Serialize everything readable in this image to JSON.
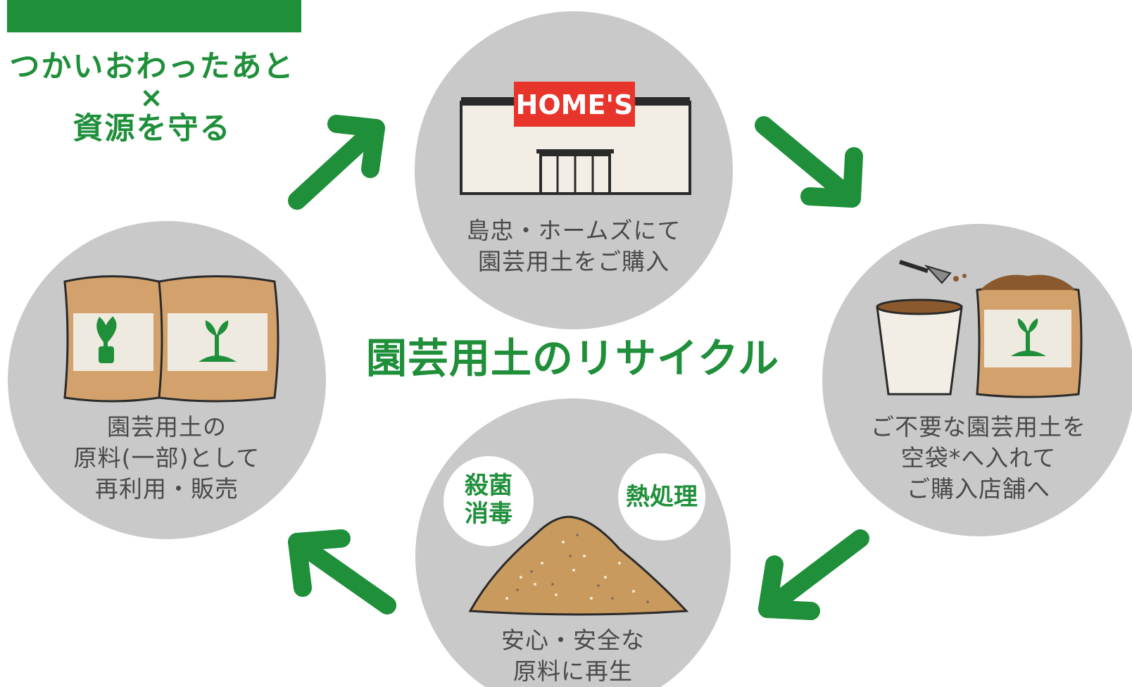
{
  "tagline": {
    "line1": "つかいおわったあと",
    "line2": "×",
    "line3": "資源を守る"
  },
  "center_title": "園芸用土のリサイクル",
  "steps": {
    "purchase": {
      "line1": "島忠・ホームズにて",
      "line2": "園芸用土をご購入"
    },
    "return": {
      "line1": "ご不要な園芸用土を",
      "line2": "空袋*へ入れて",
      "line3": "ご購入店舗へ"
    },
    "regen": {
      "line1": "安心・安全な",
      "line2": "原料に再生"
    },
    "reuse": {
      "line1": "園芸用土の",
      "line2": "原料(一部)として",
      "line3": "再利用・販売"
    }
  },
  "badges": {
    "sterilize": {
      "line1": "殺菌",
      "line2": "消毒"
    },
    "heat": "熱処理"
  },
  "store_sign": "HOME'S",
  "icons": [
    "store-icon",
    "soil-bags-icon",
    "pot-and-bag-icon",
    "soil-pile-icon",
    "arrow-icon"
  ],
  "colors": {
    "accent": "#1f8f3a",
    "circle": "#c9c9c9",
    "sign": "#e8352b",
    "bag": "#d3a26c",
    "label": "#efeae0"
  }
}
